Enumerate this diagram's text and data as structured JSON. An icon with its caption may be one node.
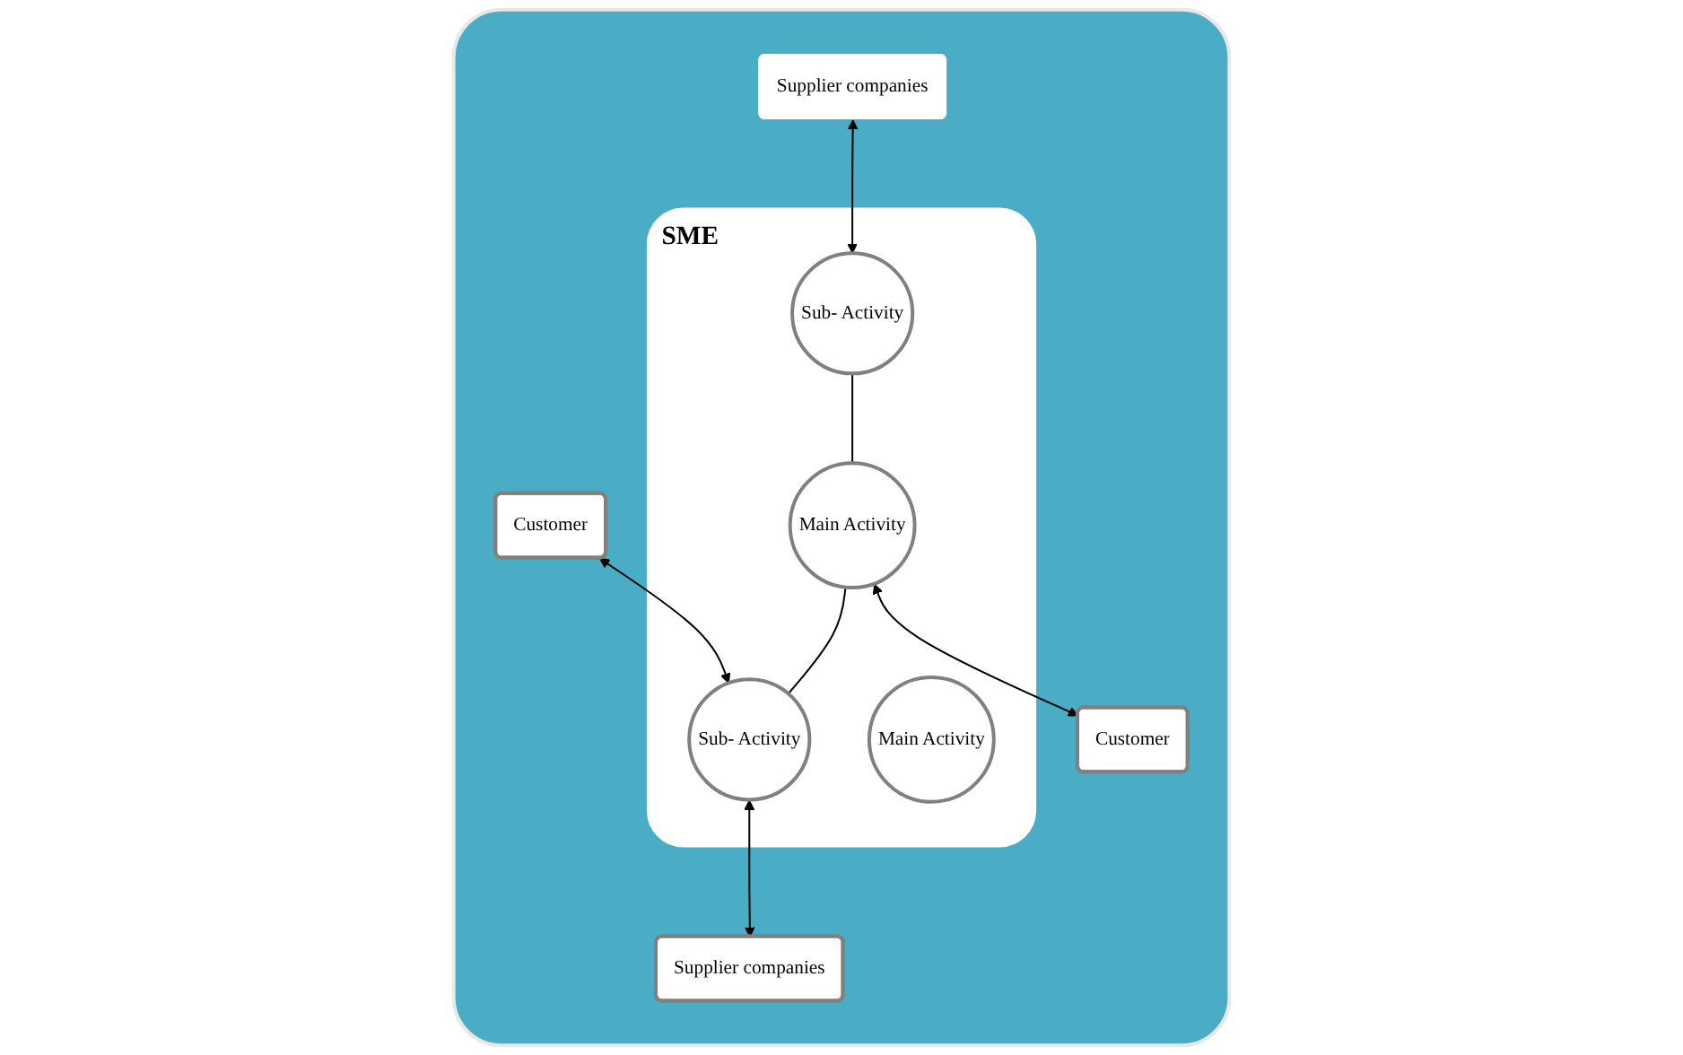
{
  "diagram": {
    "nodes": [
      {
        "text": [],
        "shape": "box"
      },
      {
        "text": [
          "Supplier companies"
        ],
        "in": 0
      },
      {
        "text": [
          "SME"
        ],
        "in": 0
      },
      {
        "text": [
          "Sub- Activity"
        ],
        "in": 2
      },
      {
        "text": [
          "Main Activity"
        ],
        "in": 2
      },
      {
        "text": [
          "Customer"
        ],
        "in": 0
      },
      {
        "text": [
          "Main Activity"
        ],
        "in": 2
      },
      {
        "text": [
          "Sub- Activity"
        ],
        "in": 2
      },
      {
        "text": [
          "Customer"
        ],
        "in": 0
      },
      {
        "text": [
          "Supplier companies"
        ],
        "in": 0
      }
    ],
    "edges": [
      {
        "from": 1,
        "to": 3,
        "arrow": "both"
      },
      {
        "from": 3,
        "to": 6,
        "arrow": "none"
      },
      {
        "from": 6,
        "to": 7,
        "arrow": "none"
      },
      {
        "from": 5,
        "to": 7,
        "arrow": "both"
      },
      {
        "from": 6,
        "to": 8,
        "arrow": "both"
      },
      {
        "from": 7,
        "to": 9,
        "arrow": "both"
      }
    ]
  }
}
